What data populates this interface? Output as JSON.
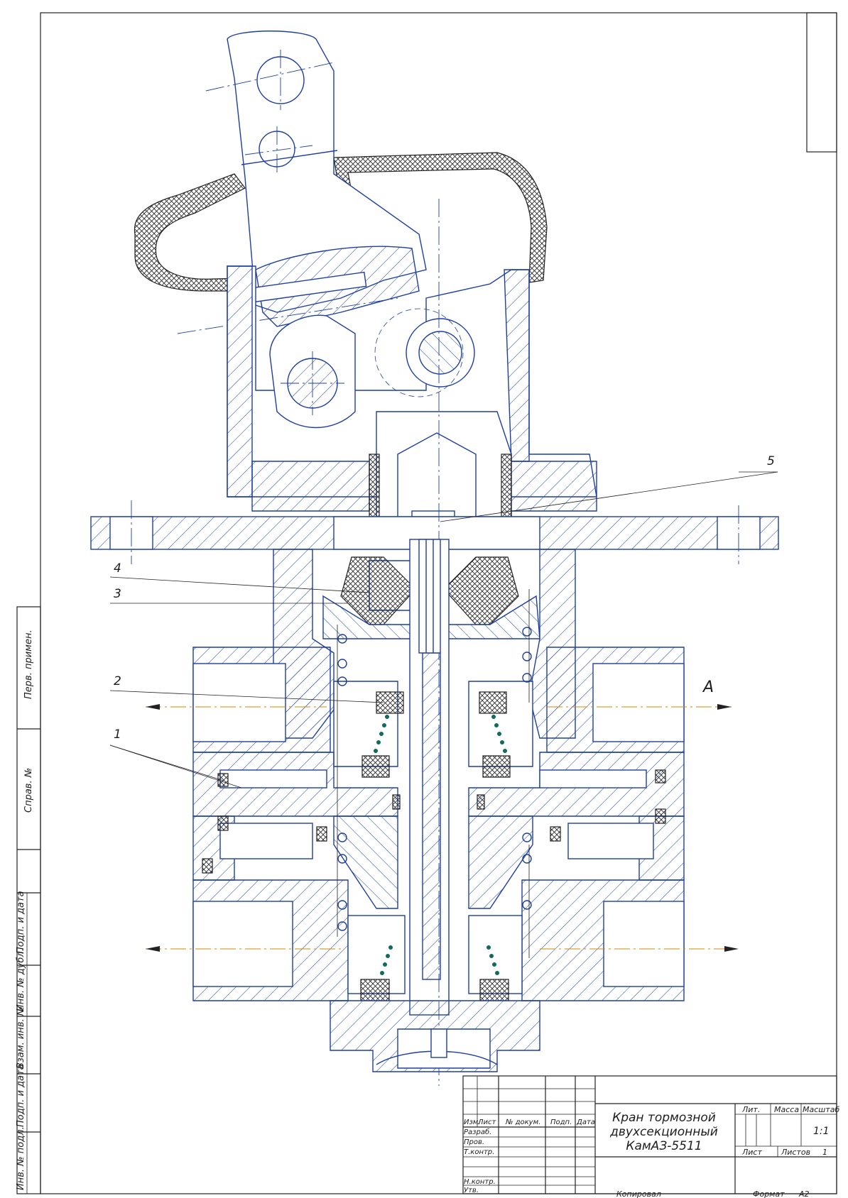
{
  "drawing": {
    "title_lines": [
      "Кран тормозной",
      "двухсекционный",
      "КамАЗ-5511"
    ],
    "view_label": "А",
    "callouts": [
      "1",
      "2",
      "3",
      "4",
      "5"
    ]
  },
  "side_labels": [
    "Перв. примен.",
    "Справ. №",
    "Подп. и дата",
    "Инв. № дубл.",
    "Взам. инв. №",
    "Подп. и дата",
    "Инв. № подл."
  ],
  "title_block": {
    "headers": {
      "izm": "Изм.",
      "list": "Лист",
      "ndoc": "№ докум.",
      "podp": "Подп.",
      "data": "Дата"
    },
    "roles": [
      "Разраб.",
      "Пров.",
      "Т.контр.",
      "Н.контр.",
      "Утв."
    ],
    "lit_label": "Лит.",
    "mass_label": "Масса",
    "scale_label": "Масштаб",
    "scale_value": "1:1",
    "sheet_label": "Лист",
    "sheets_label": "Листов",
    "sheets_value": "1",
    "copied_label": "Копировал",
    "format_label": "Формат",
    "format_value": "А2"
  }
}
